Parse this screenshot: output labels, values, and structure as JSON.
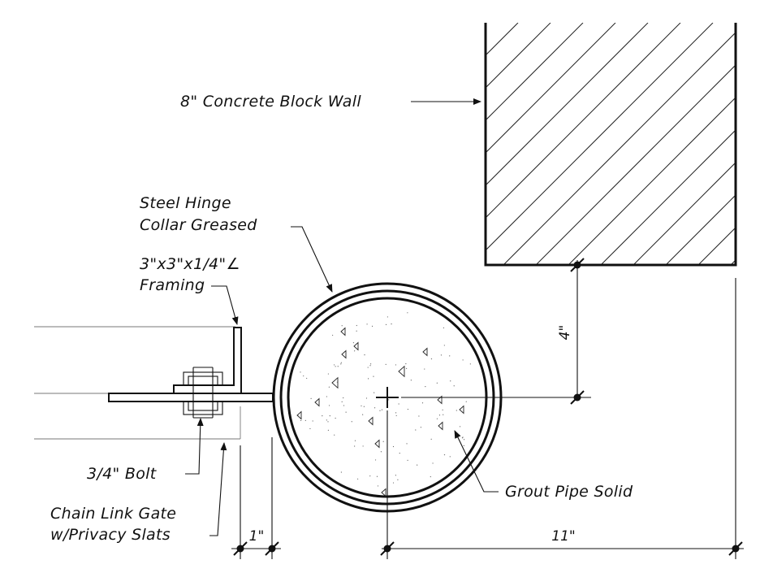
{
  "labels": {
    "wall": "8\" Concrete Block Wall",
    "collar_line1": "Steel Hinge",
    "collar_line2": "Collar Greased",
    "framing_line1": "3\"x3\"x1/4\"∠",
    "framing_line2": "Framing",
    "bolt": "3/4\" Bolt",
    "gate_line1": "Chain Link Gate",
    "gate_line2": "w/Privacy Slats",
    "grout": "Grout Pipe Solid"
  },
  "dimensions": {
    "vertical_offset": "4\"",
    "gap": "1\"",
    "horizontal_offset": "11\""
  },
  "colors": {
    "ink": "#111111",
    "hairline": "#777777"
  }
}
